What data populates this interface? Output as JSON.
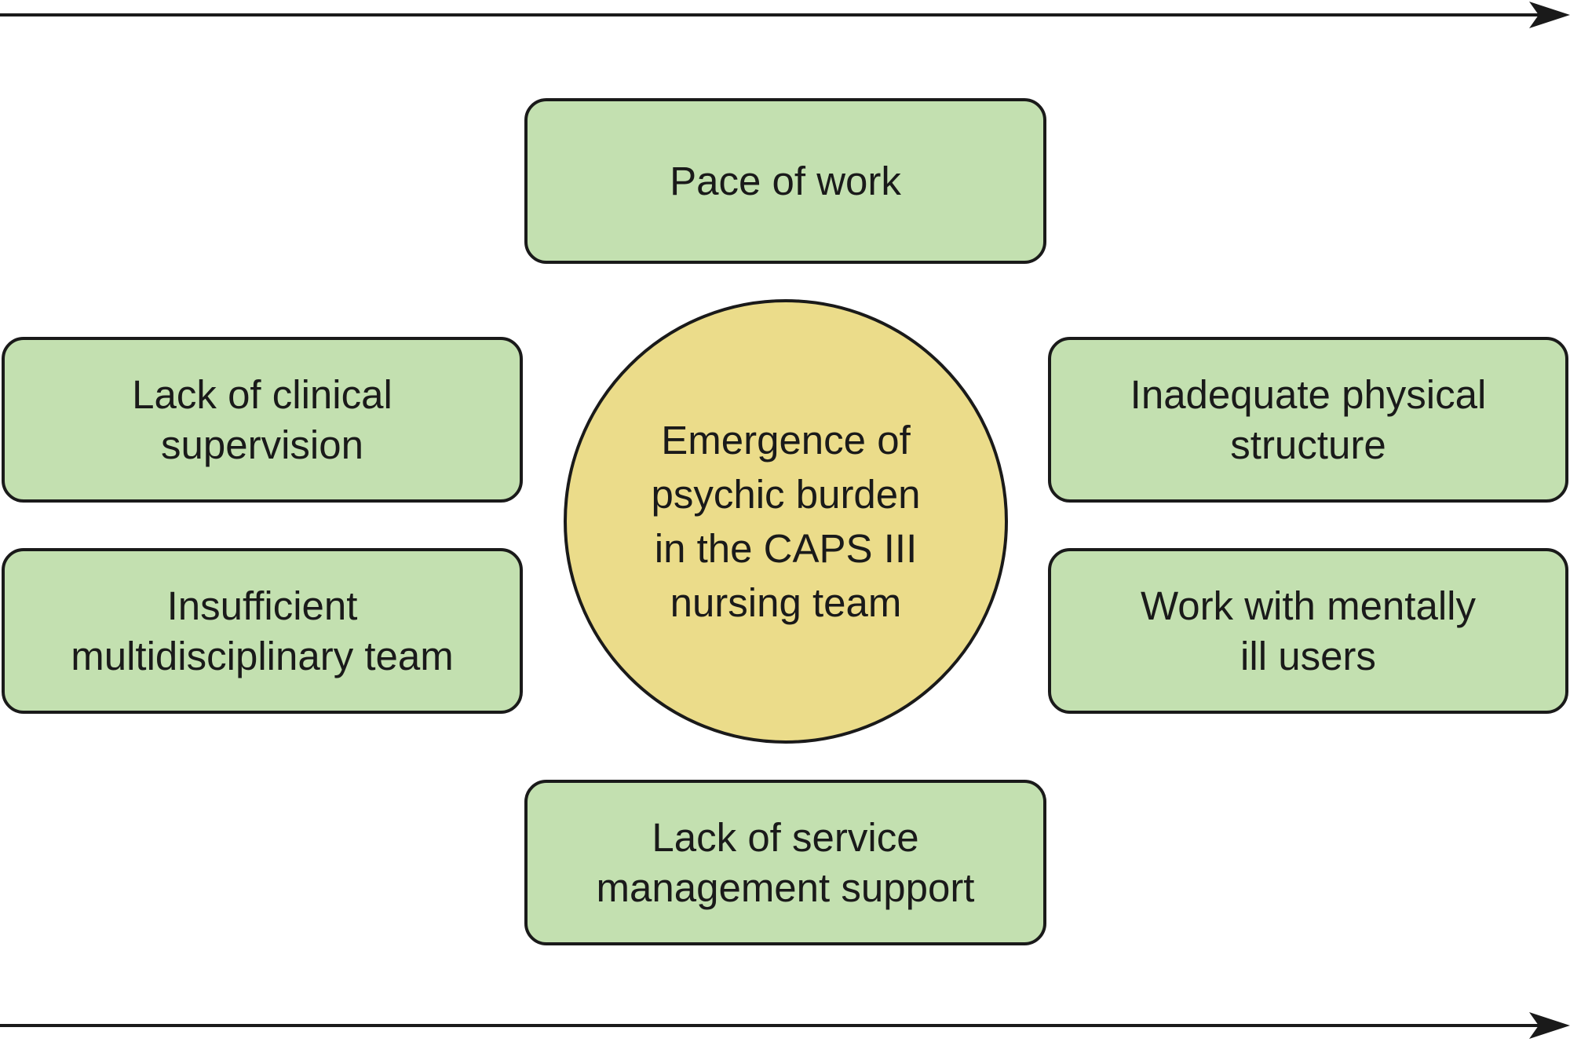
{
  "diagram": {
    "center": {
      "label": "Emergence of psychic burden in the CAPS III nursing team",
      "lines": [
        "Emergence of",
        "psychic burden",
        "in the CAPS III",
        "nursing team"
      ],
      "fill": "#ebdc8a"
    },
    "factors": {
      "pace": {
        "lines": [
          "Pace of work"
        ]
      },
      "clinical": {
        "lines": [
          "Lack of clinical",
          "supervision"
        ]
      },
      "team": {
        "lines": [
          "Insufficient",
          "multidisciplinary team"
        ]
      },
      "physical": {
        "lines": [
          "Inadequate physical",
          "structure"
        ]
      },
      "mentally": {
        "lines": [
          "Work with mentally",
          "ill users"
        ]
      },
      "management": {
        "lines": [
          "Lack of service",
          "management support"
        ]
      }
    },
    "colors": {
      "factor_fill": "#c3e0b0",
      "center_fill": "#ebdc8a",
      "stroke": "#1a1a1a"
    }
  }
}
